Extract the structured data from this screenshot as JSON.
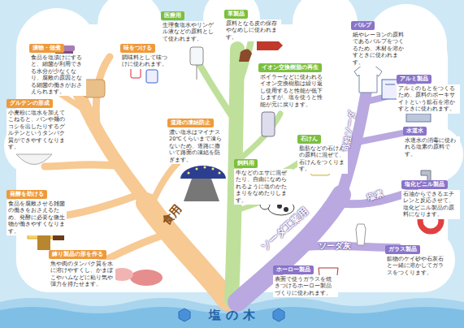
{
  "diagram": {
    "title": "塩の木",
    "nodes": [
      {
        "text": [
          "漬物・佃煮",
          "食品を塩漬けにすると、細菌が利用できる水分が少なくなり、腐敗の原因となる細菌の働きがおさえられます。"
        ]
      },
      {
        "text": [
          "味をつける",
          "調味料として味つけに使われます。"
        ]
      },
      {
        "text": [
          "グルテンの形成",
          "小麦粉に塩水を加えてこねると、パンや麺のコシを出したりするグルテンというタンパク質ができやすくなります。"
        ]
      },
      {
        "text": [
          "発酵を助ける",
          "食品を腐敗させる雑菌の働きをおさえるため、発酵に必要な微生物が働きやすくなります。"
        ]
      },
      {
        "text": [
          "練り製品の形を作る",
          "魚や肉のタンパク質を水に溶けやすくし、かまぼこやハムなどに粘り気や弾力を持たせます。"
        ]
      },
      {
        "text": [
          "道路の凍結防止",
          "濃い塩水はマイナス20℃くらいまで凍らないため、道路に撒いて路面の凍結を防ぎます。"
        ]
      },
      {
        "text": [
          "医療用",
          "生理食塩水やリンゲル液などの原料として使われます。"
        ]
      },
      {
        "text": [
          "革製品",
          "原料となる皮の保存やなめしに使われます。"
        ]
      },
      {
        "text": [
          "イオン交換樹脂の再生",
          "ボイラーなどに使われるイオン交換樹脂は繰り返し使用すると性能が低下しますが、塩を使うと性能が元に戻ります。"
        ]
      },
      {
        "text": [
          "石けん",
          "脂肪などの石けんの原料に混ぜて、石けんをつくります。"
        ]
      },
      {
        "text": [
          "飼料用",
          "牛などのエサに混ぜたり、自由になめられるように塩のかたまりをなめたりします。"
        ]
      },
      {
        "text": [
          "パルプ",
          "紙やレーヨンの原料であるパルプをつくるため、木材を溶かすときに使われます。"
        ]
      },
      {
        "text": [
          "アルミ製品",
          "アルミのもとをつくるため、原料のボーキサイトという鉱石を溶かすときに使われます。"
        ]
      },
      {
        "text": [
          "水道水",
          "水道水の消毒に使われる塩素の原料です。"
        ]
      },
      {
        "text": [
          "塩化ビニル製品",
          "石油からできるエチレンと反応させて、塩化ビニル製品の原料になります。"
        ]
      },
      {
        "text": [
          "ガラス製品",
          "鉱物のケイ砂や石灰石と一緒に溶かしてガラスをつくります。"
        ]
      },
      {
        "text": [
          "ホーロー製品",
          "表面で使うガラスを焼きつけるホーロー製品づくりに使われます。"
        ]
      }
    ],
    "labels": [
      "食用",
      "ソーダ工業用",
      "苛性ソーダ",
      "塩素",
      "ソーダ灰"
    ]
  }
}
